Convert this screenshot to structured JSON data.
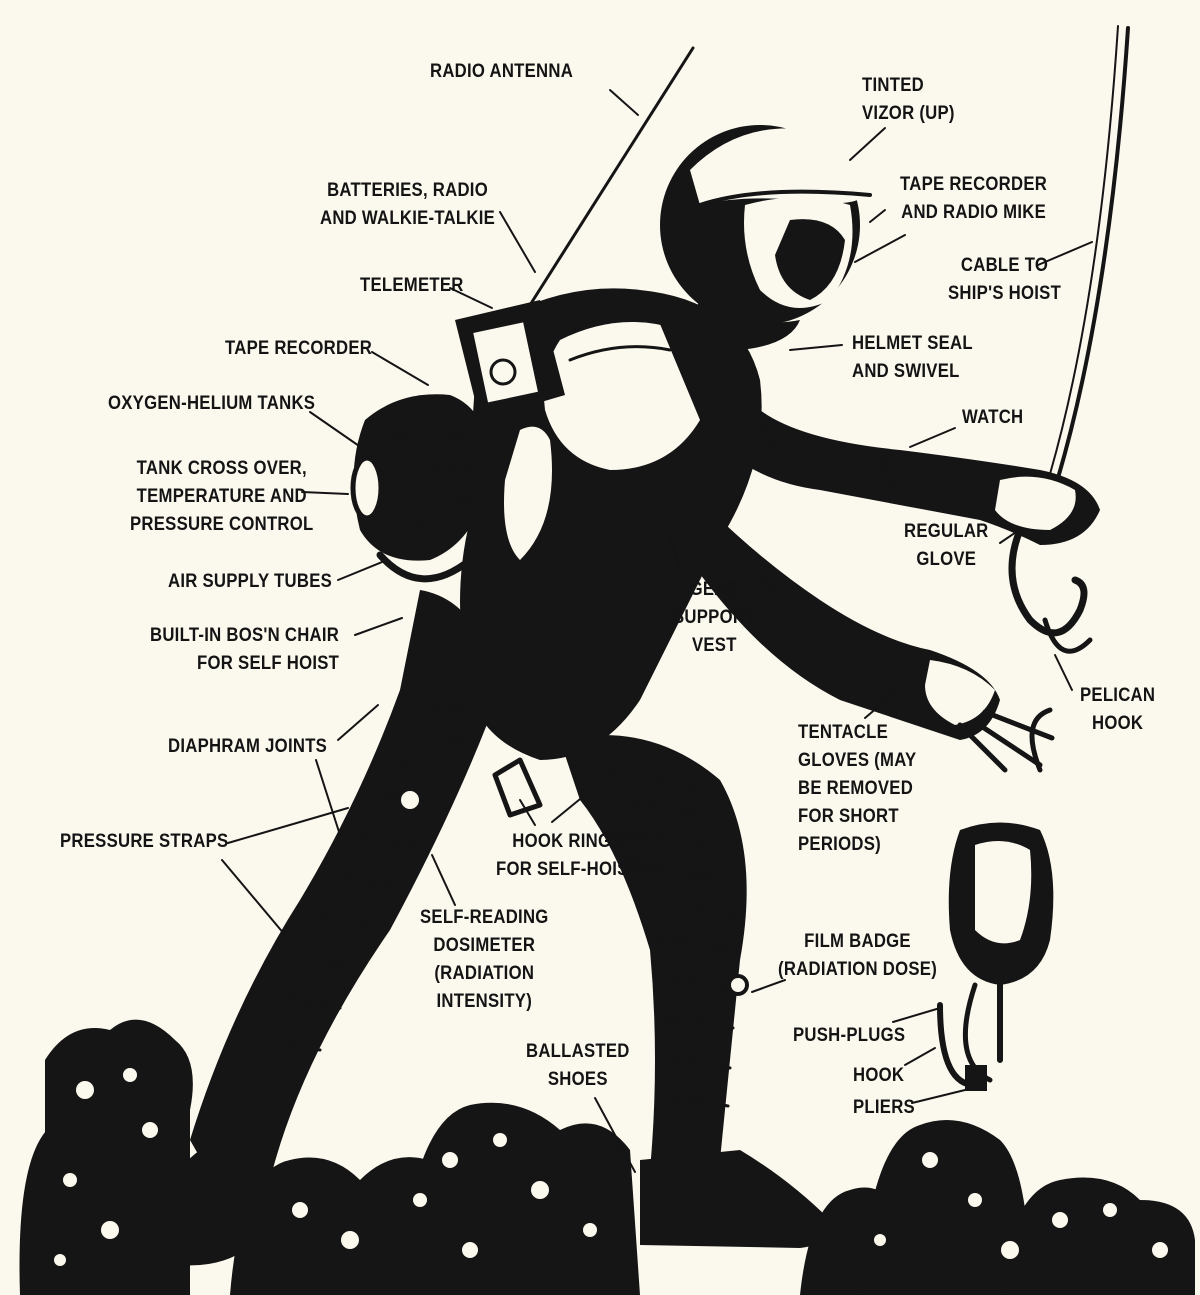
{
  "labels": {
    "radio_antenna": [
      "RADIO ANTENNA"
    ],
    "tinted_vizor": [
      "TINTED",
      "VIZOR (UP)"
    ],
    "batteries": [
      "BATTERIES, RADIO",
      "AND WALKIE-TALKIE"
    ],
    "tape_recorder_mike": [
      "TAPE RECORDER",
      "AND RADIO MIKE"
    ],
    "cable_hoist": [
      "CABLE TO",
      "SHIP'S HOIST"
    ],
    "telemeter": [
      "TELEMETER"
    ],
    "tape_recorder": [
      "TAPE RECORDER"
    ],
    "helmet_seal": [
      "HELMET SEAL",
      "AND SWIVEL"
    ],
    "oxygen_tanks": [
      "OXYGEN-HELIUM TANKS"
    ],
    "watch": [
      "WATCH"
    ],
    "tank_cross": [
      "TANK CROSS OVER,",
      "TEMPERATURE AND",
      "PRESSURE CONTROL"
    ],
    "regular_glove": [
      "REGULAR",
      "GLOVE"
    ],
    "air_supply": [
      "AIR SUPPLY TUBES"
    ],
    "gear_vest": [
      "GEAR",
      "SUPPORT",
      "VEST"
    ],
    "bosn_chair": [
      "BUILT-IN BOS'N CHAIR",
      "FOR SELF HOIST"
    ],
    "pelican_hook": [
      "PELICAN",
      "HOOK"
    ],
    "diaphram": [
      "DIAPHRAM JOINTS"
    ],
    "tentacle": [
      "TENTACLE",
      "GLOVES (MAY",
      "BE REMOVED",
      "FOR SHORT",
      "PERIODS)"
    ],
    "pressure_straps": [
      "PRESSURE STRAPS"
    ],
    "hook_rings": [
      "HOOK RINGS",
      "FOR SELF-HOIST"
    ],
    "dosimeter": [
      "SELF-READING",
      "DOSIMETER",
      "(RADIATION",
      "INTENSITY)"
    ],
    "film_badge": [
      "FILM BADGE",
      "(RADIATION DOSE)"
    ],
    "push_plugs": [
      "PUSH-PLUGS"
    ],
    "ballasted_shoes": [
      "BALLASTED",
      "SHOES"
    ],
    "hook": [
      "HOOK"
    ],
    "pliers": [
      "PLIERS"
    ]
  },
  "colors": {
    "paper": "#fbf8ee",
    "ink": "#151515"
  },
  "illustration": "astronaut-in-pressure-suit"
}
